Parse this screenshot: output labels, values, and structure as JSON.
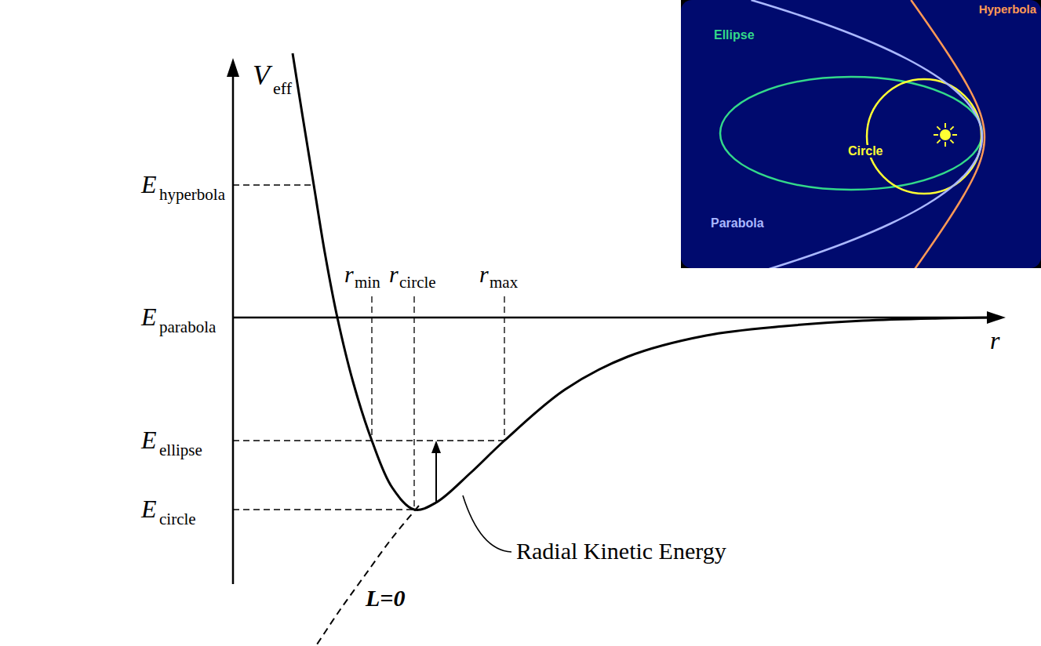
{
  "diagram": {
    "labels": [
      "V",
      "eff",
      "E",
      "hyperbola",
      "E",
      "parabola",
      "E",
      "ellipse",
      "E",
      "circle",
      "r",
      "min",
      "r",
      "circle",
      "r",
      "max",
      "r",
      "Radial Kinetic Energy",
      "L=0",
      "Hyperbola",
      "Ellipse",
      "Circle",
      "Parabola"
    ]
  }
}
